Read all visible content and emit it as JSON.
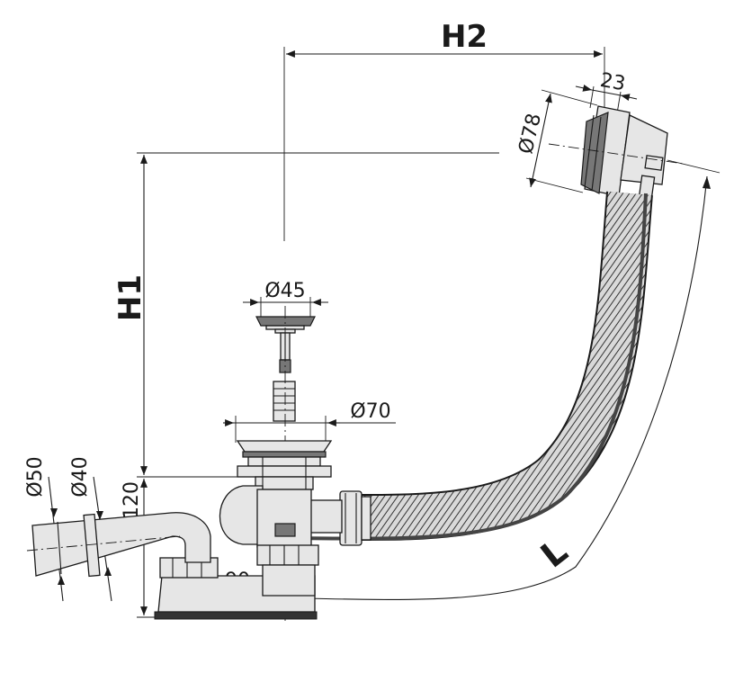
{
  "dimensions": {
    "h2": "H2",
    "h1": "H1",
    "d23": "23",
    "d78": "Ø78",
    "d45": "Ø45",
    "d70": "Ø70",
    "d50": "Ø50",
    "d40": "Ø40",
    "d120": "120",
    "d90": "90",
    "l": "L"
  },
  "colors": {
    "line": "#1a1a1a",
    "metal": "#e6e6e6",
    "dark_metal": "#777777",
    "seal": "#333333"
  }
}
